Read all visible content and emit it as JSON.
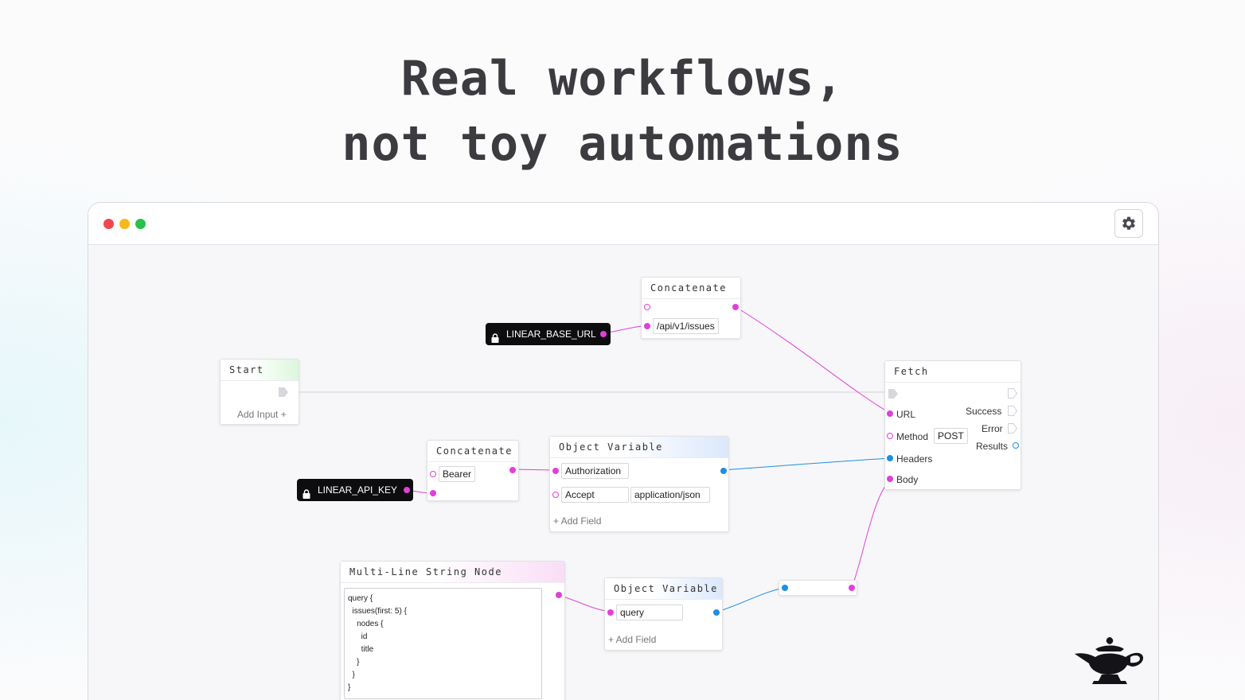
{
  "headline": {
    "line1": "Real workflows,",
    "line2": "not toy automations"
  },
  "window": {
    "settings_icon": "gear-icon"
  },
  "secrets": {
    "base_url": "LINEAR_BASE_URL",
    "api_key": "LINEAR_API_KEY"
  },
  "nodes": {
    "concat_top": {
      "title": "Concatenate",
      "value": "/api/v1/issues"
    },
    "start": {
      "title": "Start",
      "add_input": "Add Input +"
    },
    "fetch": {
      "title": "Fetch",
      "url": "URL",
      "method": "Method",
      "method_value": "POST",
      "headers": "Headers",
      "body": "Body",
      "success": "Success",
      "error": "Error",
      "results": "Results"
    },
    "concat_mid": {
      "title": "Concatenate",
      "value": "Bearer"
    },
    "object_var_headers": {
      "title": "Object Variable",
      "key1": "Authorization",
      "key2": "Accept",
      "value2": "application/json",
      "add_field": "+ Add Field"
    },
    "multiline": {
      "title": "Multi-Line String Node",
      "text": "query {\n  issues(first: 5) {\n    nodes {\n      id\n      title\n    }\n  }\n}"
    },
    "object_var_query": {
      "title": "Object Variable",
      "key1": "query",
      "add_field": "+ Add Field"
    }
  },
  "colors": {
    "pink_wire": "#e040d8",
    "blue_wire": "#1f8fe0",
    "gray_wire": "#cfcfd6"
  }
}
